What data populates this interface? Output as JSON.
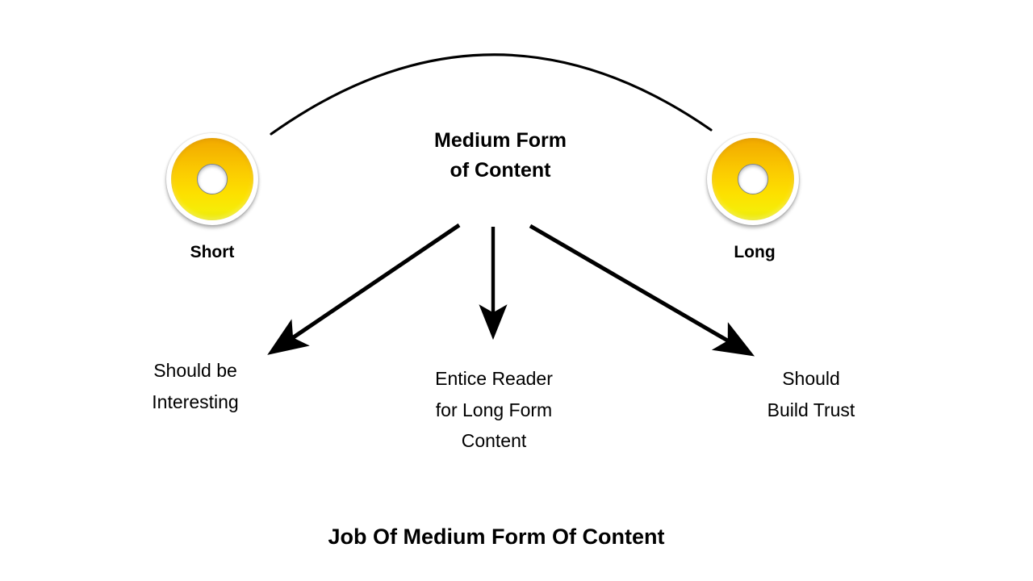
{
  "slide": {
    "background_color": "#FFFFFF",
    "caption": "Job Of Medium Form Of Content"
  },
  "heading": {
    "line1": "Medium Form",
    "line2": "of Content"
  },
  "nodes": [
    {
      "id": "short",
      "label": "Short",
      "icon": "donut-ring-icon",
      "colors": {
        "ring_top": "#F2A900",
        "ring_bottom": "#EAE80C",
        "hole": "#FFFFFF",
        "hole_border": "#7B8391"
      }
    },
    {
      "id": "long",
      "label": "Long",
      "icon": "donut-ring-icon",
      "colors": {
        "ring_top": "#F2A900",
        "ring_bottom": "#EAE80C",
        "hole": "#FFFFFF",
        "hole_border": "#7B8391"
      }
    }
  ],
  "connector": {
    "type": "arc",
    "icon": "arc-connector-icon",
    "from": "short",
    "to": "long",
    "color": "#000000"
  },
  "outcomes": [
    {
      "id": "left",
      "arrow_icon": "arrow-down-left-icon",
      "line1": "Should be",
      "line2": "Interesting",
      "line3": ""
    },
    {
      "id": "center",
      "arrow_icon": "arrow-down-icon",
      "line1": "Entice Reader",
      "line2": "for Long Form",
      "line3": "Content"
    },
    {
      "id": "right",
      "arrow_icon": "arrow-down-right-icon",
      "line1": "Should",
      "line2": "Build Trust",
      "line3": ""
    }
  ]
}
